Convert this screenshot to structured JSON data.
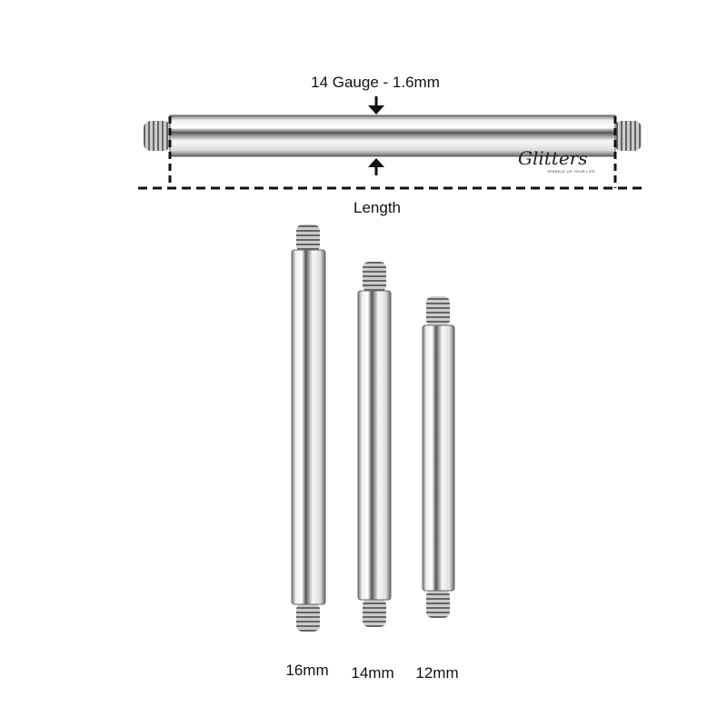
{
  "gauge_label": "14 Gauge - 1.6mm",
  "length_label": "Length",
  "logo": {
    "name": "Glitters",
    "tagline": "SPARKLE UP YOUR LIFE"
  },
  "sizes": [
    {
      "label": "16mm"
    },
    {
      "label": "14mm"
    },
    {
      "label": "12mm"
    }
  ],
  "colors": {
    "steel_light": "#f4f4f4",
    "steel_dark": "#6e6e6e",
    "text": "#111111"
  }
}
